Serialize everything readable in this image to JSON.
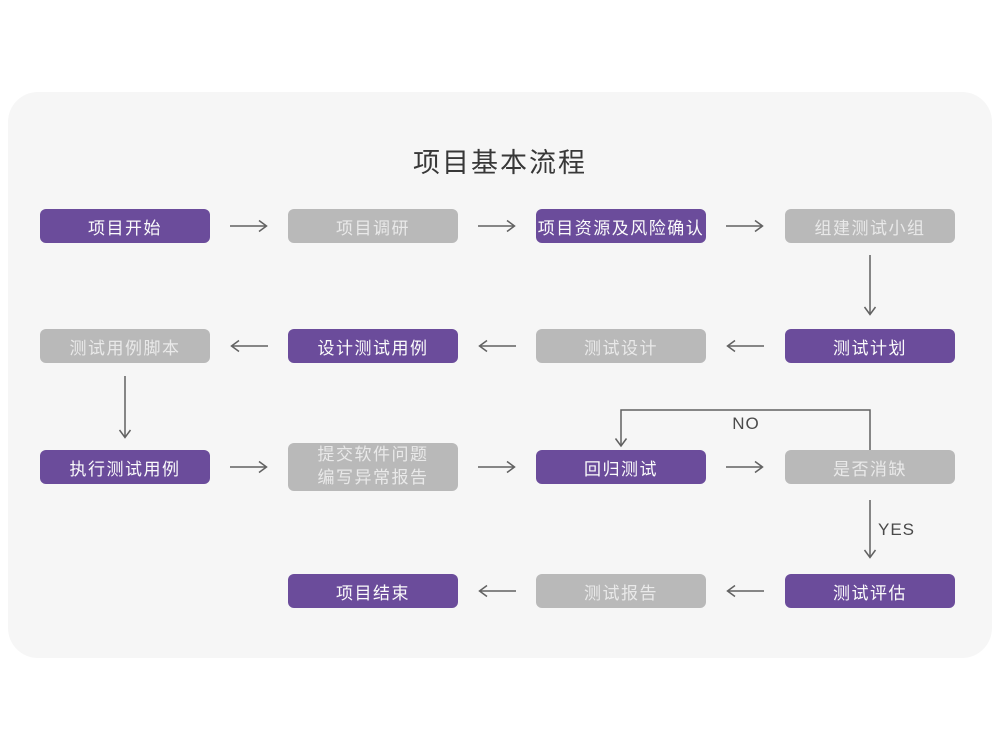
{
  "title": "项目基本流程",
  "colors": {
    "page_background": "#ffffff",
    "card_background": "#f6f6f6",
    "accent_purple": "#6B4C9B",
    "box_gray": "#B9B9B9",
    "arrow": "#616161"
  },
  "branch_labels": {
    "no": "NO",
    "yes": "YES"
  },
  "nodes": [
    {
      "label": "项目开始",
      "type": "purple"
    },
    {
      "label": "项目调研",
      "type": "gray"
    },
    {
      "label": "项目资源及风险确认",
      "type": "purple"
    },
    {
      "label": "组建测试小组",
      "type": "gray"
    },
    {
      "label": "测试用例脚本",
      "type": "gray"
    },
    {
      "label": "设计测试用例",
      "type": "purple"
    },
    {
      "label": "测试设计",
      "type": "gray"
    },
    {
      "label": "测试计划",
      "type": "purple"
    },
    {
      "label": "执行测试用例",
      "type": "purple"
    },
    {
      "label": "提交软件问题\n编写异常报告",
      "type": "gray"
    },
    {
      "label": "回归测试",
      "type": "purple"
    },
    {
      "label": "是否消缺",
      "type": "gray"
    },
    {
      "label": "项目结束",
      "type": "purple"
    },
    {
      "label": "测试报告",
      "type": "gray"
    },
    {
      "label": "测试评估",
      "type": "purple"
    }
  ]
}
